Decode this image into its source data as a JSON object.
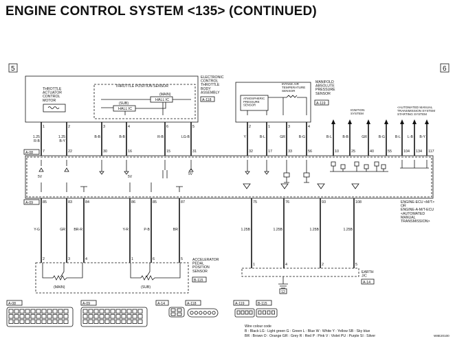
{
  "title": "ENGINE CONTROL SYSTEM <135> (CONTINUED)",
  "page_markers": {
    "left": "5",
    "right": "6"
  },
  "components": {
    "electronic_throttle": "ELECTRONIC\nCONTROL\nTHROTTLE\nBODY\nASSEMBLY",
    "electronic_throttle_code": "A-118",
    "throttle_actuator_motor": "THROTTLE\nACTUATOR\nCONTROL\nMOTOR",
    "throttle_position_sensor": "THROTTLE POSITION SENSOR",
    "tps_main": "(MAIN)",
    "tps_sub": "(SUB)",
    "hall_ic_main": "HALL IC",
    "hall_ic_sub": "HALL IC",
    "manifold_sensor": "MANIFOLD\nABSOLUTE\nPRESSURE\nSENSOR",
    "manifold_code": "A-119",
    "intake_air_temp": "INTAKE AIR\nTEMPERATURE\nSENSOR",
    "atmospheric_sensor": "ATMOSPHERIC\nPRESSURE\nSENSOR",
    "ignition_system": "IGNITION\nSYSTEM",
    "amt_starting_system": "<AUTOMATED MANUAL\nTRANSMISSION SYSTEM\nSTARTING SYSTEM",
    "ecu": "ENGINE-ECU <M/T>\nOR\nENGINE-A-M/T-ECU\n<AUTOMATED\nMANUAL\nTRANSMISSION>",
    "accelerator_sensor": "ACCELERATOR\nPEDAL\nPOSITION\nSENSOR",
    "accelerator_code": "B-115",
    "accel_main": "(MAIN)",
    "accel_sub": "(SUB)",
    "earth_jc": "EARTH\nJ/C",
    "earth_code": "A-14",
    "ground_number": "12",
    "connector_a08": "A-08",
    "connector_a09": "A-09",
    "legend_a08": "A-08",
    "legend_a09": "A-09",
    "legend_a14": "A-14",
    "legend_a118": "A-118",
    "legend_a119": "A-119",
    "legend_b115": "B-115"
  },
  "top_wires": [
    {
      "id": "motor1",
      "pin": "1",
      "color": "1.25\nR-B",
      "ecu_pin": "7"
    },
    {
      "id": "motor2",
      "pin": "2",
      "color": "1.25\nB-Y",
      "ecu_pin": "22"
    },
    {
      "id": "tps3",
      "pin": "3",
      "color": "B-B",
      "ecu_pin": "30"
    },
    {
      "id": "tps4",
      "pin": "4",
      "color": "B-B",
      "ecu_pin": "16"
    },
    {
      "id": "tps6",
      "pin": "6",
      "color": "R-B",
      "ecu_pin": "15"
    },
    {
      "id": "tps5",
      "pin": "5",
      "color": "LG-B",
      "ecu_pin": "31"
    },
    {
      "id": "map2",
      "pin": "2",
      "color": "Y",
      "ecu_pin": "32"
    },
    {
      "id": "map1",
      "pin": "1",
      "color": "B-L",
      "ecu_pin": "17"
    },
    {
      "id": "map3",
      "pin": "3",
      "color": "GR",
      "ecu_pin": "33"
    },
    {
      "id": "map4",
      "pin": "4",
      "color": "B-G",
      "ecu_pin": "56"
    },
    {
      "id": "ign1",
      "pin": "",
      "color": "B-L",
      "ecu_pin": "10"
    },
    {
      "id": "ign2",
      "pin": "",
      "color": "B-B",
      "ecu_pin": "25"
    },
    {
      "id": "ign3",
      "pin": "",
      "color": "GR",
      "ecu_pin": "40"
    },
    {
      "id": "ign4",
      "pin": "",
      "color": "B-G",
      "ecu_pin": "55"
    },
    {
      "id": "amt1",
      "pin": "",
      "color": "B-L",
      "ecu_pin": "104"
    },
    {
      "id": "amt2",
      "pin": "",
      "color": "L-B",
      "ecu_pin": "134"
    },
    {
      "id": "amt3",
      "pin": "",
      "color": "B-Y",
      "ecu_pin": "117"
    }
  ],
  "bottom_wires": [
    {
      "id": "acc2",
      "ecu_pin": "85",
      "color": "Y-G",
      "pin": "2"
    },
    {
      "id": "acc3",
      "ecu_pin": "83",
      "color": "GR",
      "pin": "3"
    },
    {
      "id": "acc4",
      "ecu_pin": "84",
      "color": "BR-R",
      "pin": "4"
    },
    {
      "id": "acc1",
      "ecu_pin": "86",
      "color": "Y-R",
      "pin": "1"
    },
    {
      "id": "acc6",
      "ecu_pin": "85",
      "color": "P-B",
      "pin": "6"
    },
    {
      "id": "acc5",
      "ecu_pin": "87",
      "color": "BR",
      "pin": "5"
    },
    {
      "id": "gnd1",
      "ecu_pin": "75",
      "color": "1.25B",
      "pin": "1"
    },
    {
      "id": "gnd4",
      "ecu_pin": "76",
      "color": "1.25B",
      "pin": "4"
    },
    {
      "id": "gnd2",
      "ecu_pin": "93",
      "color": "1.25B",
      "pin": "2"
    },
    {
      "id": "gnd5",
      "ecu_pin": "108",
      "color": "1.25B",
      "pin": "5"
    }
  ],
  "ecu_internal_labels": {
    "v5a": "5V",
    "v5b": "5V",
    "v5c": "5V"
  },
  "wire_colour_code": {
    "heading": "Wire colour code",
    "line1": "B : Black   LG : Light green   G : Green   L : Blue   W : White   Y : Yellow   SB : Sky blue",
    "line2": "BR : Brown   O : Orange   GR : Grey   R : Red   P : Pink   V : Violet   PU : Purple   SI : Silver"
  },
  "doc_code": "W8E20100"
}
